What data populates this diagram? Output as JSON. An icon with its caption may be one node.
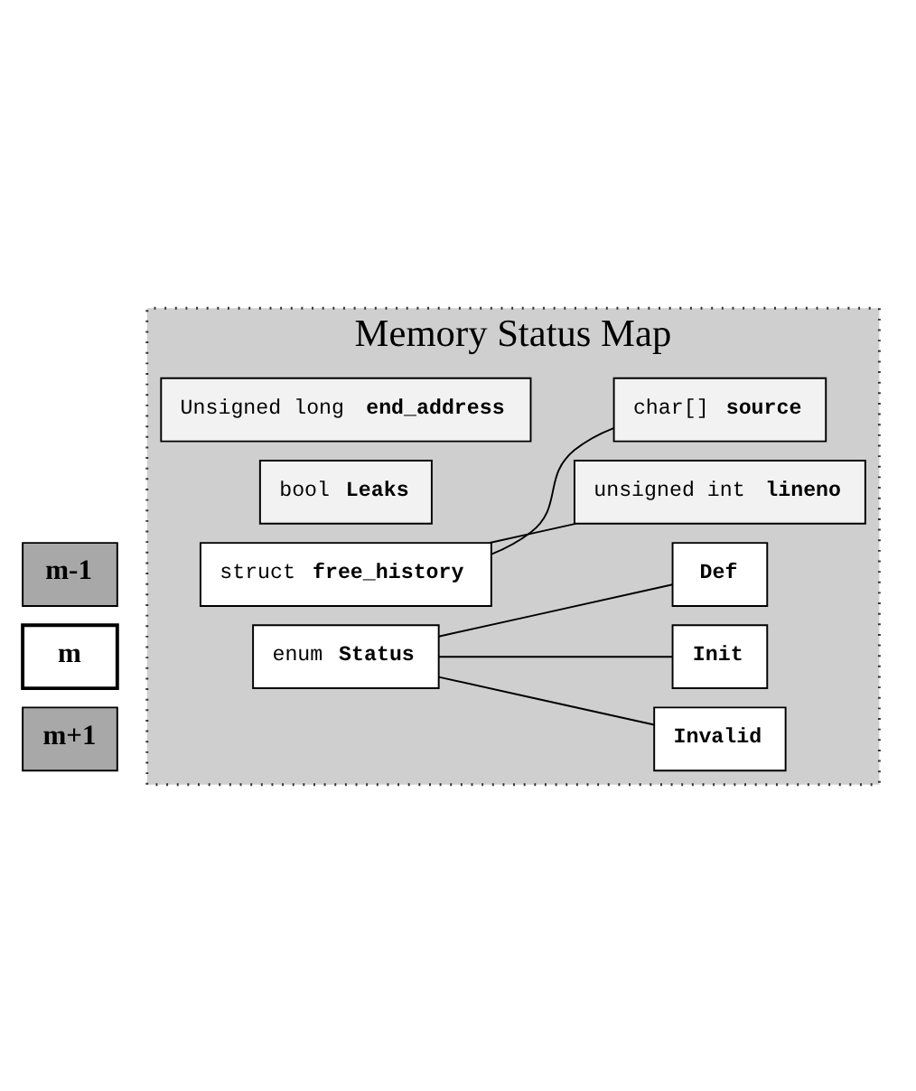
{
  "diagram": {
    "nodes": [
      {
        "text": [
          "Memory Status Map"
        ]
      },
      {
        "text": [
          "m-1"
        ]
      },
      {
        "text": [
          "m"
        ]
      },
      {
        "text": [
          "m+1"
        ]
      },
      {
        "text": [
          "enum **Status**"
        ],
        "in": 0
      },
      {
        "text": [
          "Invalid"
        ],
        "in": 0
      },
      {
        "text": [
          "Init"
        ],
        "in": 0
      },
      {
        "text": [
          "Def"
        ],
        "in": 0
      },
      {
        "text": [
          "struct **free_history**"
        ],
        "in": 0
      },
      {
        "text": [
          "char[] **source**"
        ],
        "in": 0
      },
      {
        "text": [
          "unsigned int **lineno**"
        ],
        "in": 0
      },
      {
        "text": [
          "bool **Leaks**"
        ],
        "in": 0
      },
      {
        "text": [
          "Unsigned long **end_address**"
        ],
        "in": 0
      }
    ],
    "edges": [
      {
        "from": 4,
        "to": 5,
        "arrow": "none"
      },
      {
        "from": 4,
        "to": 6,
        "arrow": "none"
      },
      {
        "from": 4,
        "to": 7,
        "arrow": "none"
      },
      {
        "from": 8,
        "to": 9,
        "arrow": "none"
      },
      {
        "from": 8,
        "to": 10,
        "arrow": "none"
      }
    ]
  }
}
